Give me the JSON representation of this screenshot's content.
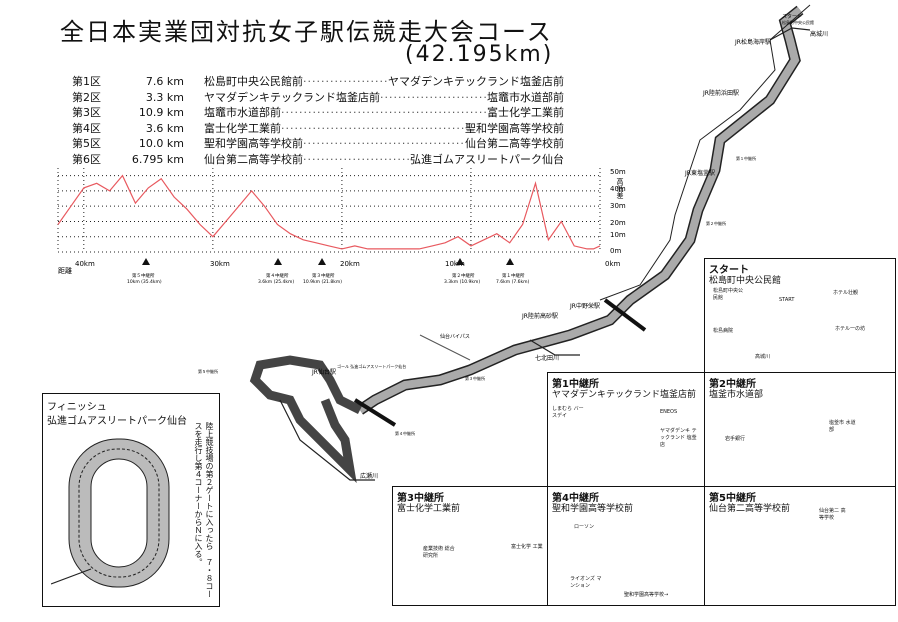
{
  "title": "全日本実業団対抗女子駅伝競走大会コース",
  "distance": "(42.195km)",
  "legs": [
    {
      "name": "第1区",
      "km": "7.6 km",
      "from": "松島町中央公民館前",
      "to": "ヤマダデンキテックランド塩釜店前"
    },
    {
      "name": "第2区",
      "km": "3.3 km",
      "from": "ヤマダデンキテックランド塩釜店前",
      "to": "塩竈市水道部前"
    },
    {
      "name": "第3区",
      "km": "10.9 km",
      "from": "塩竈市水道部前",
      "to": "富士化学工業前"
    },
    {
      "name": "第4区",
      "km": "3.6 km",
      "from": "富士化学工業前",
      "to": "聖和学園高等学校前"
    },
    {
      "name": "第5区",
      "km": "10.0 km",
      "from": "聖和学園高等学校前",
      "to": "仙台第二高等学校前"
    },
    {
      "name": "第6区",
      "km": "6.795 km",
      "from": "仙台第二高等学校前",
      "to": "弘進ゴムアスリートパーク仙台"
    }
  ],
  "elevation": {
    "ylabel": "高低差",
    "xlabel": "距離",
    "y_ticks": [
      "50m",
      "40m",
      "30m",
      "20m",
      "10m",
      "0m"
    ],
    "x_ticks": [
      "40km",
      "30km",
      "20km",
      "10km",
      "0km"
    ],
    "relays": [
      {
        "label": "第５中継所",
        "sub": "10km (35.4km)"
      },
      {
        "label": "第４中継所",
        "sub": "3.6km (25.4km)"
      },
      {
        "label": "第３中継所",
        "sub": "10.9km (21.8km)"
      },
      {
        "label": "第２中継所",
        "sub": "3.3km (10.9km)"
      },
      {
        "label": "第１中継所",
        "sub": "7.6km (7.6km)"
      }
    ],
    "line_color": "#e8595f"
  },
  "chart_data": {
    "type": "line",
    "xlabel": "距離",
    "ylabel": "高低差",
    "x": [
      42,
      41,
      40,
      39,
      38,
      37,
      36,
      35,
      34,
      33,
      32,
      31,
      30,
      29,
      28,
      27,
      26,
      25,
      24,
      23,
      22,
      21,
      20,
      19,
      18,
      17,
      16,
      15,
      14,
      13,
      12,
      11,
      10,
      9,
      8,
      7,
      6,
      5,
      4,
      3,
      2,
      1,
      0.5,
      0
    ],
    "y": [
      18,
      30,
      42,
      45,
      40,
      50,
      32,
      42,
      48,
      36,
      28,
      18,
      10,
      20,
      30,
      40,
      30,
      18,
      12,
      8,
      6,
      4,
      2,
      4,
      2,
      2,
      2,
      2,
      2,
      4,
      6,
      10,
      4,
      8,
      12,
      6,
      18,
      45,
      8,
      20,
      4,
      2,
      2,
      4
    ],
    "xlim": [
      42,
      0
    ],
    "ylim": [
      0,
      55
    ]
  },
  "map": {
    "start_label": "スタート",
    "start_sub": "松島町中央公民館",
    "stations": [
      "JR松島海岸駅",
      "JR陸前浜田駅",
      "JR東塩釜駅",
      "JR中野栄駅",
      "JR陸前高砂駅",
      "JR仙台駅"
    ],
    "rivers": [
      "高城川",
      "七北田川",
      "広瀬川"
    ],
    "road": "仙台バイパス",
    "goal_note": "ゴール 弘進ゴムアスリートパーク仙台",
    "relay_tags": [
      "第１中継所",
      "第２中継所",
      "第３中継所",
      "第４中継所",
      "第５中継所"
    ]
  },
  "finish": {
    "title": "フィニッシュ",
    "sub": "弘進ゴムアスリートパーク仙台",
    "note": "陸上競技場の第２ゲートに入ったら　７・８コースを走行し第４コーナーからＮに入る。"
  },
  "panels": {
    "start": {
      "title": "スタート",
      "sub": "松島町中央公民館",
      "labels": [
        "松島町中央公民館",
        "ホテル壮観",
        "START",
        "ホテル一の坊",
        "松島病院",
        "高城川"
      ]
    },
    "r1": {
      "title": "第1中継所",
      "sub": "ヤマダデンキテックランド塩釜店前",
      "labels": [
        "しまむら バースデイ",
        "ENEOS",
        "ヤマダデンキ テックランド 塩釜店"
      ]
    },
    "r2": {
      "title": "第2中継所",
      "sub": "塩釜市水道部",
      "labels": [
        "岩手銀行",
        "塩釜市 水道部"
      ]
    },
    "r3": {
      "title": "第3中継所",
      "sub": "富士化学工業前",
      "labels": [
        "産業技術 総合研究所",
        "富士化学 工業"
      ]
    },
    "r4": {
      "title": "第4中継所",
      "sub": "聖和学園高等学校前",
      "labels": [
        "ローソン",
        "ライオンズ マンション",
        "聖和学園高等学校→"
      ]
    },
    "r5": {
      "title": "第5中継所",
      "sub": "仙台第二高等学校前",
      "labels": [
        "仙台第二 高等学校"
      ]
    }
  }
}
